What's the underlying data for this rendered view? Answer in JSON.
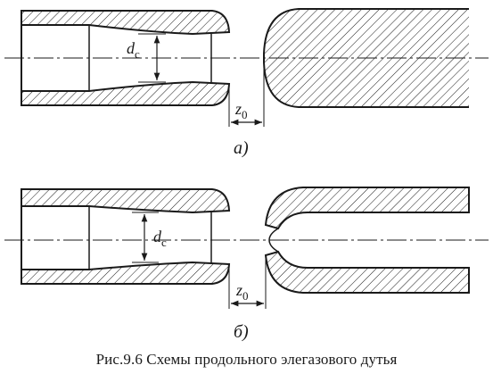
{
  "diagrams": [
    {
      "label": "а)",
      "diameter_symbol": "d",
      "diameter_subscript": "c",
      "gap_symbol": "z",
      "gap_subscript": "0"
    },
    {
      "label": "б)",
      "diameter_symbol": "d",
      "diameter_subscript": "c",
      "gap_symbol": "z",
      "gap_subscript": "0"
    }
  ],
  "caption": {
    "number": "Рис.9.6",
    "text": "Схемы продольного элегазового дутья"
  },
  "colors": {
    "ink": "#1a1a1a",
    "background": "#ffffff"
  }
}
